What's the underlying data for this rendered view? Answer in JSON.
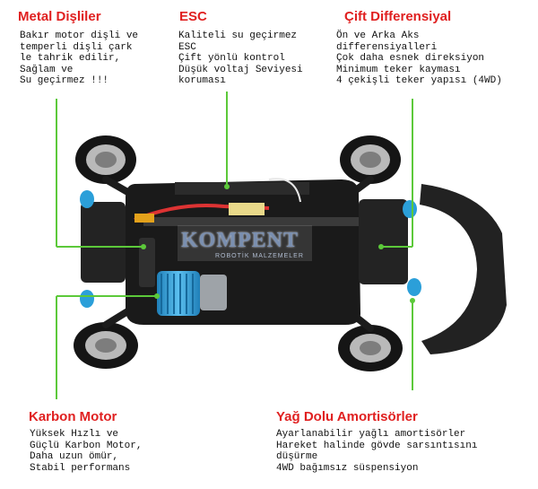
{
  "sections": {
    "metal": {
      "title": "Metal Dişliler",
      "text": "Bakır motor dişli ve\ntemperli dişli çark\nle tahrik edilir,\nSağlam ve\nSu geçirmez !!!"
    },
    "esc": {
      "title": "ESC",
      "text": "Kaliteli su geçirmez\nESC\nÇift yönlü kontrol\nDüşük voltaj Seviyesi\nkoruması"
    },
    "diff": {
      "title": "Çift Differensiyal",
      "text": "Ön ve Arka Aks\ndifferensiyalleri\nÇok daha esnek direksiyon\nMinimum teker kayması\n4 çekişli teker yapısı (4WD)"
    },
    "motor": {
      "title": "Karbon Motor",
      "text": "Yüksek Hızlı ve\nGüçlü Karbon Motor,\nDaha uzun ömür,\nStabil performans"
    },
    "shock": {
      "title": "Yağ Dolu Amortisörler",
      "text": "Ayarlanabilir yağlı amortisörler\nHareket halinde gövde sarsıntısını\ndüşürme\n4WD bağımsız süspensiyon"
    }
  },
  "watermark": {
    "main": "KOMPENT",
    "sub": "ROBOTİK MALZEMELER"
  },
  "colors": {
    "title": "#e02020",
    "leader": "#5cc93a",
    "chassis": "#1a1a1a",
    "accent_blue": "#2b9fd9",
    "motor_blue": "#3aa7e0"
  }
}
